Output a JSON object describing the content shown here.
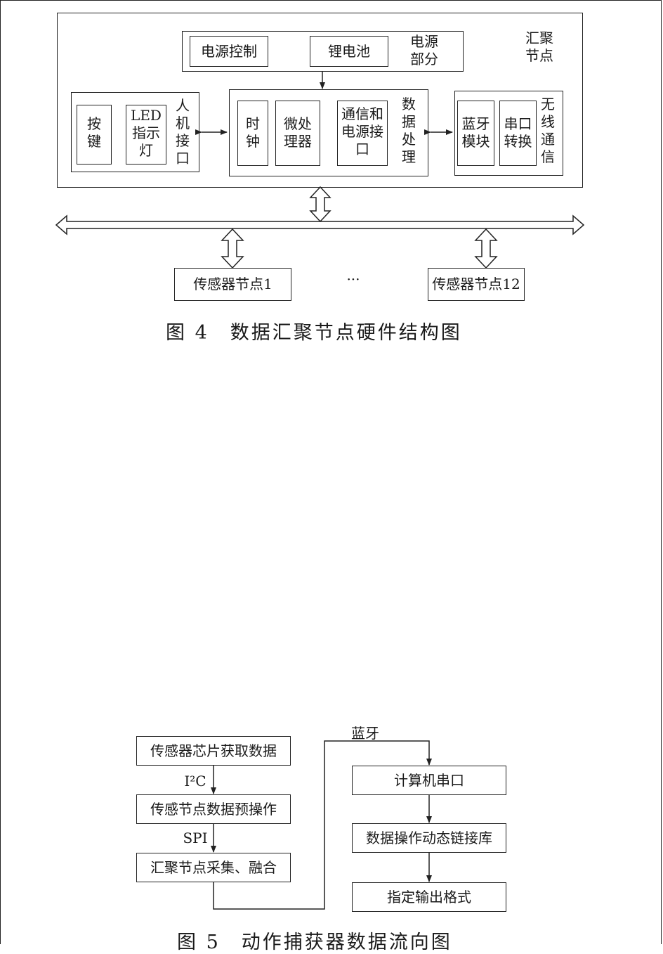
{
  "figure4": {
    "caption": "图 4　数据汇聚节点硬件结构图",
    "outer_label": [
      "汇聚",
      "节点"
    ],
    "power": {
      "label": [
        "电源",
        "部分"
      ],
      "control": "电源控制",
      "battery": "锂电池"
    },
    "hmi": {
      "label": [
        "人",
        "机",
        "接",
        "口"
      ],
      "button": [
        "按",
        "键"
      ],
      "led": [
        "LED",
        "指示",
        "灯"
      ]
    },
    "processing": {
      "label": [
        "数",
        "据",
        "处",
        "理"
      ],
      "clock": [
        "时",
        "钟"
      ],
      "mcu": [
        "微处",
        "理器"
      ],
      "comm": [
        "通信和",
        "电源接",
        "口"
      ]
    },
    "wireless": {
      "label": [
        "无",
        "线",
        "通",
        "信"
      ],
      "bluetooth": [
        "蓝牙",
        "模块"
      ],
      "serial": [
        "串口",
        "转换"
      ]
    },
    "sensor_left": "传感器节点1",
    "ellipsis": "···",
    "sensor_right": "传感器节点12"
  },
  "figure5": {
    "caption": "图 5　动作捕获器数据流向图",
    "step1": "传感器芯片获取数据",
    "label_i2c": "I²C",
    "step2": "传感节点数据预操作",
    "label_spi": "SPI",
    "step3": "汇聚节点采集、融合",
    "label_bt": "蓝牙",
    "step4": "计算机串口",
    "step5": "数据操作动态链接库",
    "step6": "指定输出格式"
  }
}
